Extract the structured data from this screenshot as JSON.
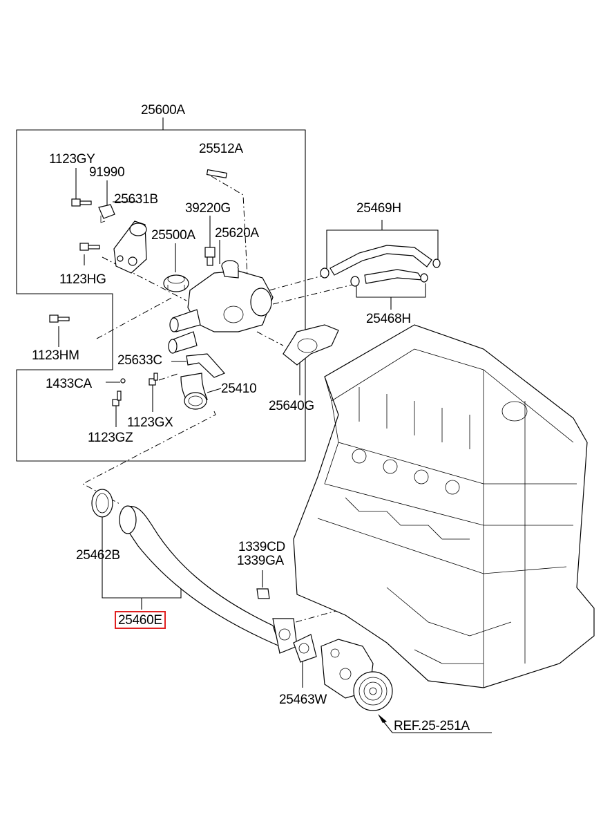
{
  "parts": {
    "p25600A": "25600A",
    "p25512A": "25512A",
    "p1123GY": "1123GY",
    "p91990": "91990",
    "p25631B": "25631B",
    "p39220G": "39220G",
    "p25500A": "25500A",
    "p25620A": "25620A",
    "p1123HG": "1123HG",
    "p1123HM": "1123HM",
    "p25633C": "25633C",
    "p1433CA": "1433CA",
    "p25410": "25410",
    "p1123GX": "1123GX",
    "p1123GZ": "1123GZ",
    "p25469H": "25469H",
    "p25468H": "25468H",
    "p25640G": "25640G",
    "p25462B": "25462B",
    "p25460E": "25460E",
    "p1339CD": "1339CD",
    "p1339GA": "1339GA",
    "p25463W": "25463W",
    "ref": "REF.25-251A"
  },
  "highlight_color": "#e02020"
}
